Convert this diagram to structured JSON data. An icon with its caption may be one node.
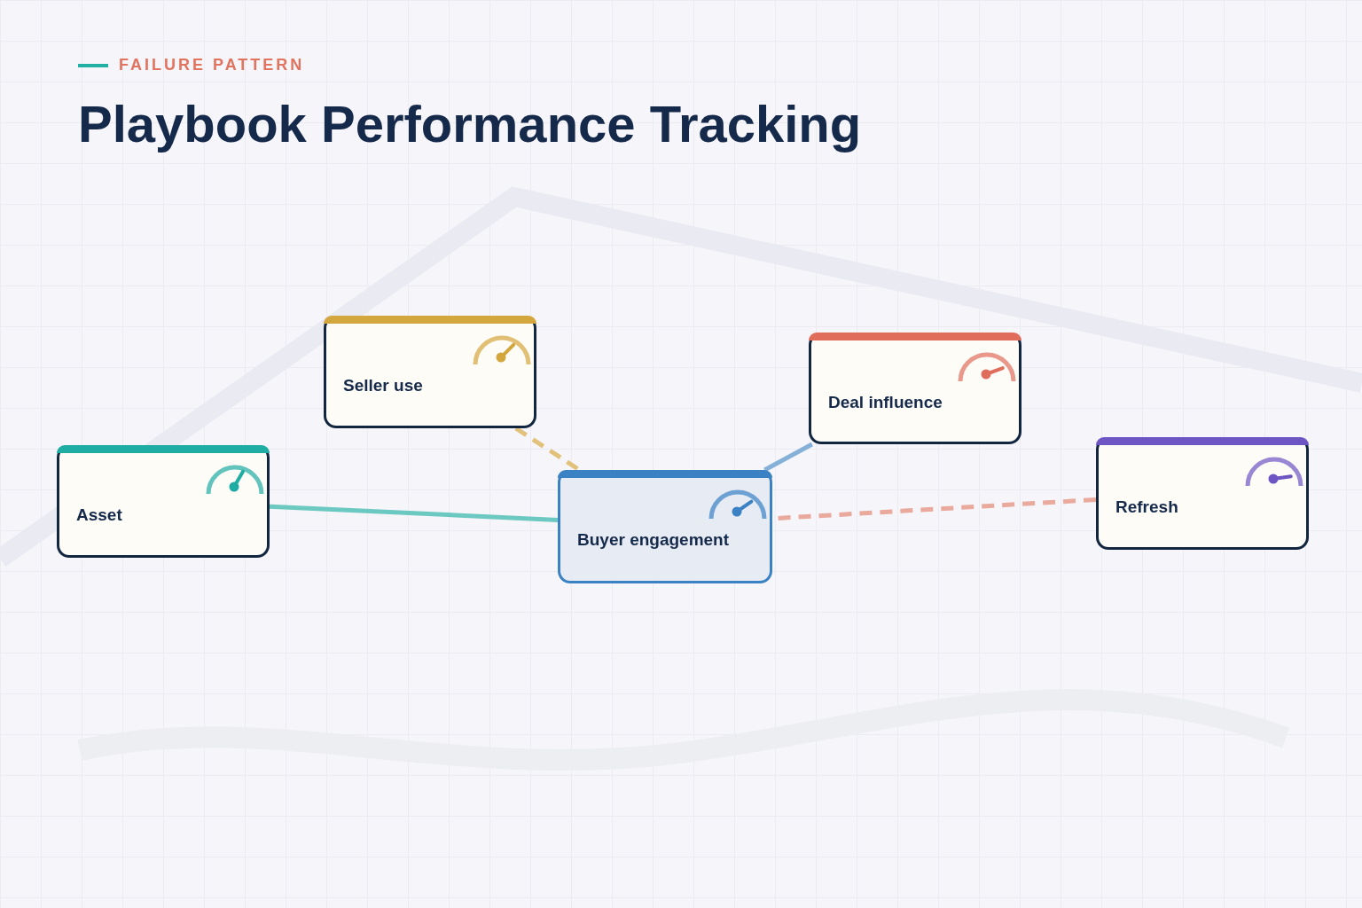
{
  "diagram": {
    "title": "Playbook Performance Tracking",
    "nodes": [
      {
        "text": [
          "Asset"
        ]
      },
      {
        "text": [
          "Seller use"
        ]
      },
      {
        "text": [
          "Buyer engagement"
        ]
      },
      {
        "text": [
          "Deal influence"
        ]
      },
      {
        "text": [
          "Refresh"
        ]
      }
    ],
    "edges": [
      {
        "from": 0,
        "to": 2,
        "arrow": "none",
        "color": "#6cc9c1"
      },
      {
        "from": 1,
        "to": 2,
        "arrow": "none",
        "style": "dashed",
        "color": "#e2c27a"
      },
      {
        "from": 3,
        "to": 2,
        "arrow": "none",
        "color": "#85b1d9"
      },
      {
        "from": 4,
        "to": 2,
        "arrow": "none",
        "style": "dashed",
        "color": "#e9a99c"
      }
    ],
    "labels": [
      "FAILURE PATTERN"
    ]
  }
}
